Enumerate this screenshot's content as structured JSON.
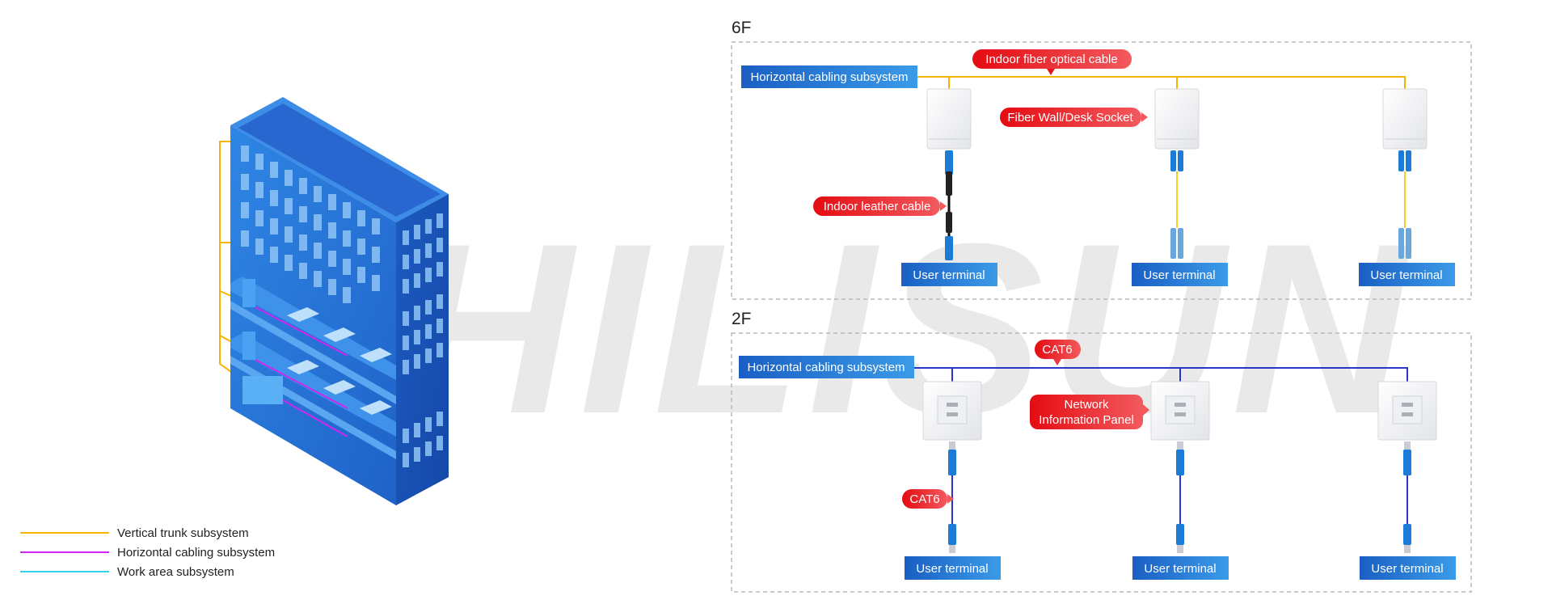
{
  "watermark": "HILISUN",
  "legend": [
    {
      "label": "Vertical trunk subsystem",
      "color": "#f5b400"
    },
    {
      "label": "Horizontal cabling subsystem",
      "color": "#d026f0"
    },
    {
      "label": "Work area subsystem",
      "color": "#35d3e6"
    }
  ],
  "floor6": {
    "title": "6F",
    "horizontal_label": "Horizontal cabling subsystem",
    "cable_label": "Indoor fiber optical cable",
    "socket_label": "Fiber Wall/Desk Socket",
    "leather_label": "Indoor leather cable",
    "terminals": [
      "User terminal",
      "User terminal",
      "User terminal"
    ],
    "line_color": "#f5b400"
  },
  "floor2": {
    "title": "2F",
    "horizontal_label": "Horizontal cabling subsystem",
    "cable_label": "CAT6",
    "panel_label_line1": "Network",
    "panel_label_line2": "Information Panel",
    "drop_label": "CAT6",
    "terminals": [
      "User terminal",
      "User terminal",
      "User terminal"
    ],
    "line_color": "#2b34c8"
  },
  "colors": {
    "blue_box": "#1e6fd0",
    "red_callout": "#e8141e"
  }
}
